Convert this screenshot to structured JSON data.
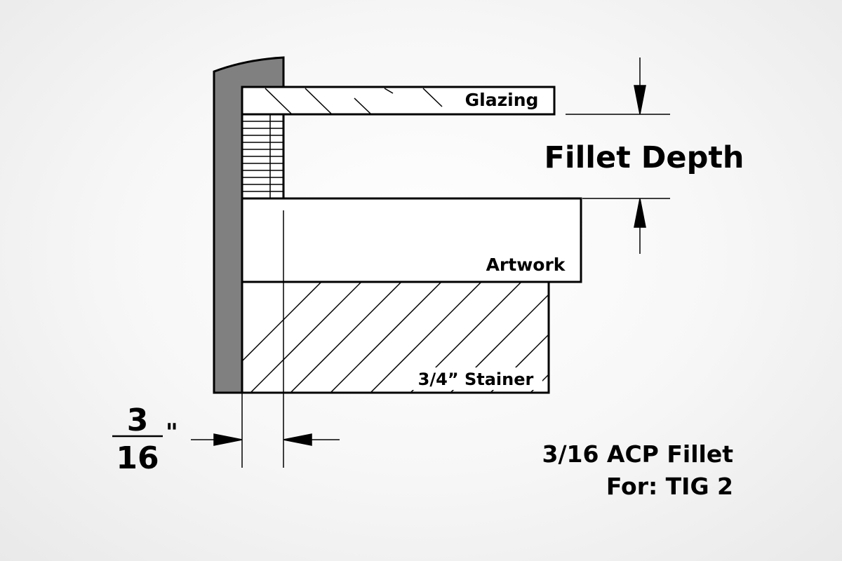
{
  "labels": {
    "glazing": "Glazing",
    "fillet_depth": "Fillet Depth",
    "artwork": "Artwork",
    "stainer": "3/4” Stainer",
    "fraction_numerator": "3",
    "fraction_denominator": "16",
    "inch_mark": "\"",
    "title_line1": "3/16 ACP Fillet",
    "title_line2": "For: TIG 2"
  },
  "colors": {
    "frame": "#808080",
    "line": "#000000"
  }
}
